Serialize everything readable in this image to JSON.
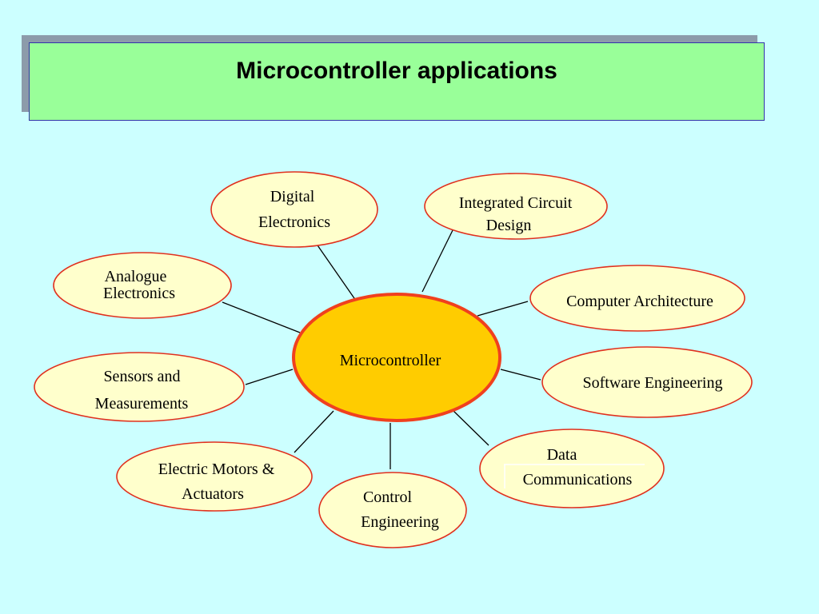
{
  "title": "Microcontroller applications",
  "colors": {
    "background": "#CCFFFF",
    "title_fill": "#99FF99",
    "title_shadow": "#8C9BAA",
    "node_fill": "#FFFFCC",
    "node_stroke": "#E0301E",
    "center_fill": "#FFCC00",
    "center_stroke": "#F0401E",
    "connector": "#000000"
  },
  "center": {
    "label": "Microcontroller"
  },
  "nodes": [
    {
      "id": "digital-electronics",
      "lines": [
        "Digital",
        "Electronics"
      ]
    },
    {
      "id": "integrated-circuit-design",
      "lines": [
        "Integrated Circuit",
        "Design"
      ]
    },
    {
      "id": "analogue-electronics",
      "lines": [
        "Analogue",
        "Electronics"
      ]
    },
    {
      "id": "computer-architecture",
      "lines": [
        "Computer Architecture"
      ]
    },
    {
      "id": "sensors-and-measurements",
      "lines": [
        "Sensors and",
        "Measurements"
      ]
    },
    {
      "id": "software-engineering",
      "lines": [
        "Software Engineering"
      ]
    },
    {
      "id": "electric-motors-actuators",
      "lines": [
        "Electric Motors &",
        "Actuators"
      ]
    },
    {
      "id": "control-engineering",
      "lines": [
        "Control",
        "Engineering"
      ]
    },
    {
      "id": "data-communications",
      "lines": [
        "Data",
        "Communications"
      ]
    }
  ]
}
